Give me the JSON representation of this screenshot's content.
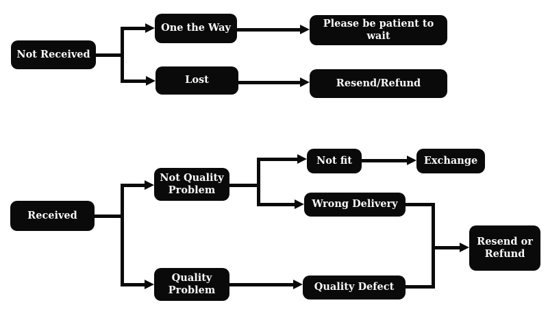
{
  "diagram": {
    "title": "delivery-issue-resolution-flowchart",
    "background_color": "#ffffff",
    "node_color": "#0a0a0a",
    "node_text_color": "#f8f8f8",
    "connector_color": "#0a0a0a",
    "nodes": {
      "not_received": {
        "label": "Not Received"
      },
      "one_the_way": {
        "label": "One the Way"
      },
      "lost": {
        "label": "Lost"
      },
      "please_be_patient": {
        "label": "Please be patient to wait"
      },
      "resend_refund": {
        "label": "Resend/Refund"
      },
      "received": {
        "label": "Received"
      },
      "not_quality_problem": {
        "label": "Not Quality Problem"
      },
      "quality_problem": {
        "label": "Quality Problem"
      },
      "not_fit": {
        "label": "Not fit"
      },
      "exchange": {
        "label": "Exchange"
      },
      "wrong_delivery": {
        "label": "Wrong Delivery"
      },
      "quality_defect": {
        "label": "Quality Defect"
      },
      "resend_or_refund": {
        "label": "Resend or Refund"
      }
    },
    "edges": [
      {
        "from": "not_received",
        "to": "one_the_way"
      },
      {
        "from": "not_received",
        "to": "lost"
      },
      {
        "from": "one_the_way",
        "to": "please_be_patient"
      },
      {
        "from": "lost",
        "to": "resend_refund"
      },
      {
        "from": "received",
        "to": "not_quality_problem"
      },
      {
        "from": "received",
        "to": "quality_problem"
      },
      {
        "from": "not_quality_problem",
        "to": "not_fit"
      },
      {
        "from": "not_quality_problem",
        "to": "wrong_delivery"
      },
      {
        "from": "not_fit",
        "to": "exchange"
      },
      {
        "from": "wrong_delivery",
        "to": "resend_or_refund"
      },
      {
        "from": "quality_problem",
        "to": "quality_defect"
      },
      {
        "from": "quality_defect",
        "to": "resend_or_refund"
      }
    ]
  }
}
